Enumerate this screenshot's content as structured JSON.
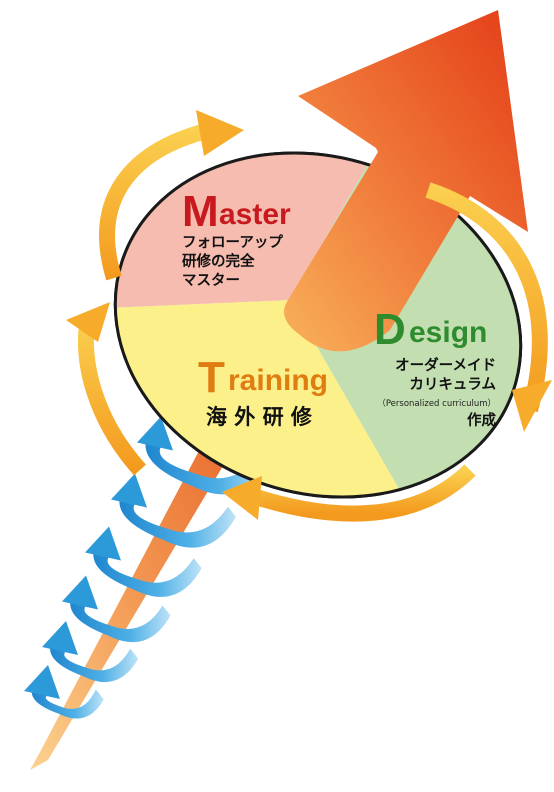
{
  "master": {
    "initial": "M",
    "rest": "aster",
    "lines": [
      "フォローアップ",
      "研修の完全",
      "マスター"
    ],
    "color": "#c8191f",
    "fill": "#f5bcaf"
  },
  "design": {
    "initial": "D",
    "rest": "esign",
    "lines": [
      "オーダーメイド",
      "カリキュラム"
    ],
    "note": "（Personalized curriculum）",
    "last": "作成",
    "color": "#2e8b2e",
    "fill": "#c3dfb1"
  },
  "training": {
    "initial": "T",
    "rest": "raining",
    "sub": "海 外 研 修",
    "color": "#e07d12",
    "fill": "#fbf08a"
  },
  "colors": {
    "arrow_dark": "#e33c16",
    "arrow_light": "#f6a45a",
    "cycle_arrow": "#f7ab2b",
    "spiral_blue": "#2c9ad9",
    "spiral_light": "#a9d8f3"
  }
}
